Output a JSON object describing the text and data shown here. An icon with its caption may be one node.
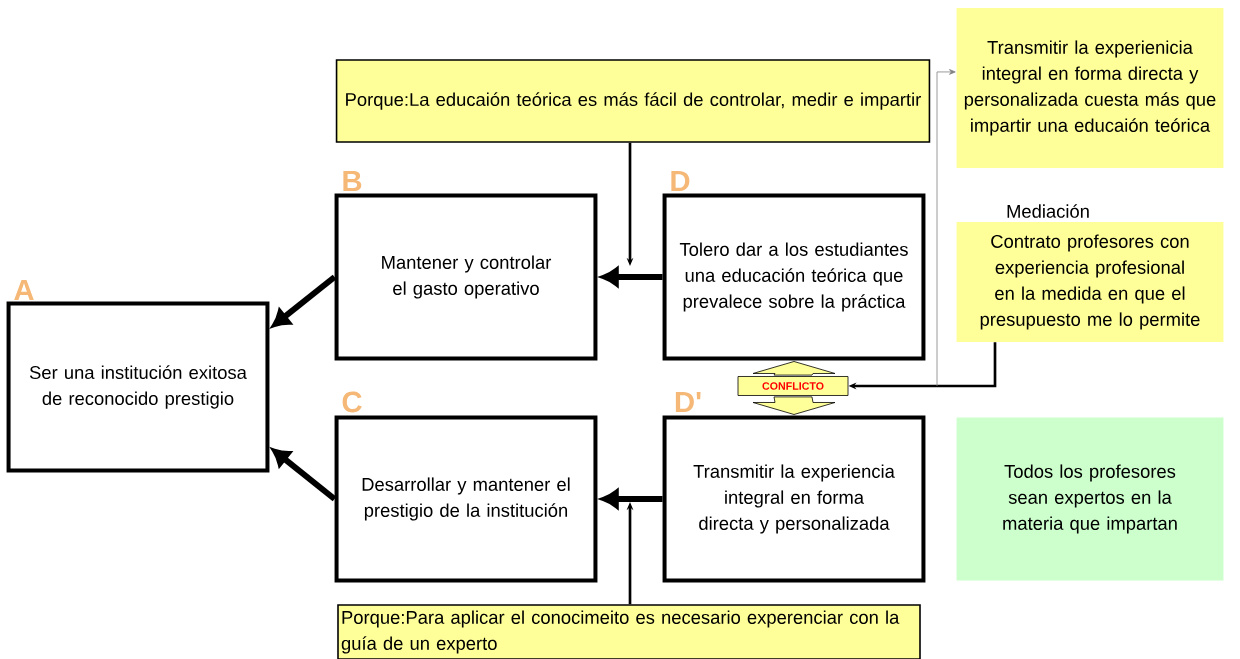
{
  "diagram": {
    "nodes": [
      {
        "text": [
          "Transmitir la experienicia integral en forma directa y personalizada cuesta más que impartir una educaión teórica"
        ]
      },
      {
        "text": [
          "Porque:La educaión teórica es más fácil de controlar, medir e impartir"
        ]
      },
      {
        "text": [
          "B",
          "Mantener y controlar el gasto operativo"
        ]
      },
      {
        "text": [
          "D",
          "Tolero dar a los estudiantes una educación teórica que prevalece sobre la práctica"
        ]
      },
      {
        "text": [
          "Mediación",
          "Contrato profesores con experiencia profesional en la medida en que el presupuesto me lo permite"
        ]
      },
      {
        "text": [
          "A",
          "Ser una institución exitosa de reconocido prestigio"
        ]
      },
      {
        "text": [
          "CONFLICTO"
        ]
      },
      {
        "text": [
          "C",
          "Desarrollar y mantener el prestigio de la institución"
        ]
      },
      {
        "text": [
          "D'",
          "Transmitir la experiencia integral en forma directa y personalizada"
        ]
      },
      {
        "text": [
          "Todos los profesores sean expertos en la materia que impartan"
        ]
      },
      {
        "text": [
          "Porque:Para aplicar el conocimeito es necesario experenciar con la guía de un experto"
        ]
      }
    ],
    "edges": [
      {
        "from": 2,
        "to": 5,
        "arrow": "to",
        "style": "thick"
      },
      {
        "from": 7,
        "to": 5,
        "arrow": "to",
        "style": "thick"
      },
      {
        "from": 3,
        "to": 2,
        "arrow": "to",
        "style": "thick"
      },
      {
        "from": 8,
        "to": 7,
        "arrow": "to",
        "style": "thick"
      },
      {
        "from": 6,
        "to": 3,
        "arrow": "to",
        "style": "thick",
        "color": "#ffff99"
      },
      {
        "from": 6,
        "to": 8,
        "arrow": "to",
        "style": "thick",
        "color": "#ffff99"
      },
      {
        "from": 1,
        "to": null,
        "arrow": "to"
      },
      {
        "from": 10,
        "to": null,
        "arrow": "to"
      },
      {
        "from": 4,
        "to": 6,
        "arrow": "to"
      },
      {
        "from": null,
        "to": 0,
        "arrow": "to",
        "color": "#808080"
      }
    ]
  }
}
